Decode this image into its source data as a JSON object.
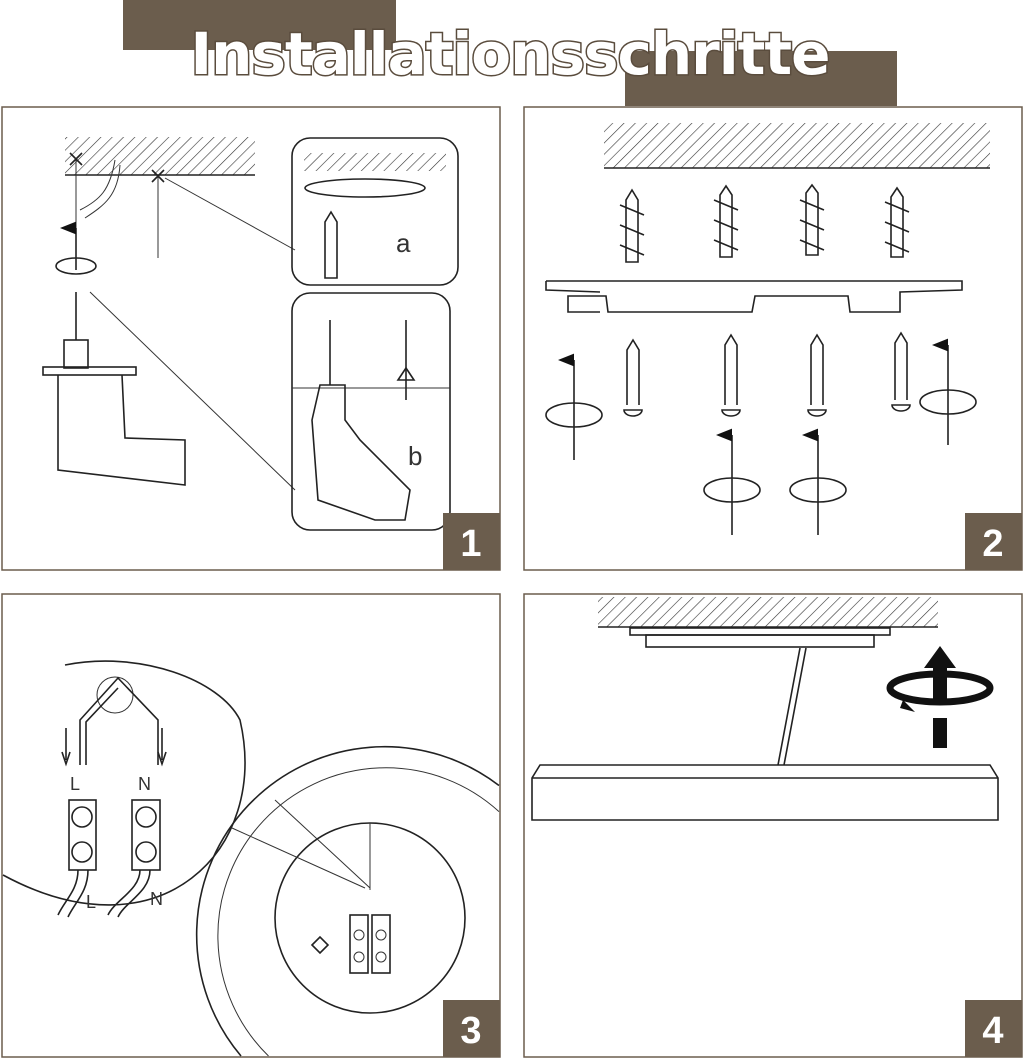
{
  "title": "Installationsschritte",
  "brand_color": "#6b5d4d",
  "steps": [
    {
      "number": "1",
      "labels": {
        "a": "a",
        "b": "b"
      }
    },
    {
      "number": "2"
    },
    {
      "number": "3",
      "labels": {
        "live_top": "L",
        "neutral_top": "N",
        "live_bottom": "L",
        "neutral_bottom": "N"
      }
    },
    {
      "number": "4"
    }
  ]
}
